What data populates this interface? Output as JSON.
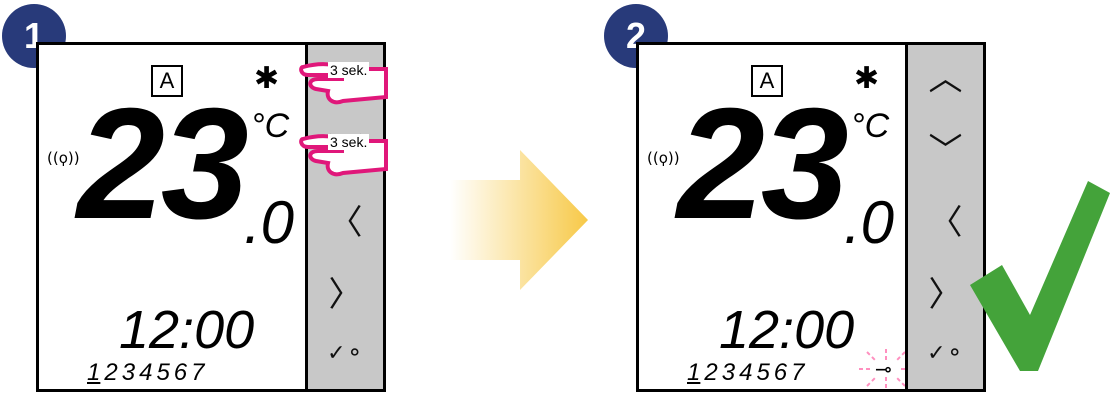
{
  "steps": [
    {
      "number": "1",
      "mode_label": "A",
      "snow_glyph": "✱",
      "signal_glyph": "((ϙ))",
      "temperature": "23",
      "temperature_decimal": ".0",
      "unit": "°C",
      "clock": "12:00",
      "days": [
        "1",
        "2",
        "3",
        "4",
        "5",
        "6",
        "7"
      ],
      "buttons": {
        "up": "︿",
        "down": "﹀",
        "left": "〈",
        "right": "〉",
        "confirm": "✓⚬"
      },
      "press_label": "3 sek."
    },
    {
      "number": "2",
      "mode_label": "A",
      "snow_glyph": "✱",
      "signal_glyph": "((ϙ))",
      "temperature": "23",
      "temperature_decimal": ".0",
      "unit": "°C",
      "clock": "12:00",
      "days": [
        "1",
        "2",
        "3",
        "4",
        "5",
        "6",
        "7"
      ],
      "lock_glyph": "⊸",
      "buttons": {
        "up": "︿",
        "down": "﹀",
        "left": "〈",
        "right": "〉",
        "confirm": "✓⚬"
      }
    }
  ],
  "colors": {
    "badge": "#283a7a",
    "panel": "#c8c8c8",
    "hand": "#e0177a",
    "arrow": "#f7c948",
    "check": "#44a33a",
    "blink": "#ff8fbf"
  }
}
